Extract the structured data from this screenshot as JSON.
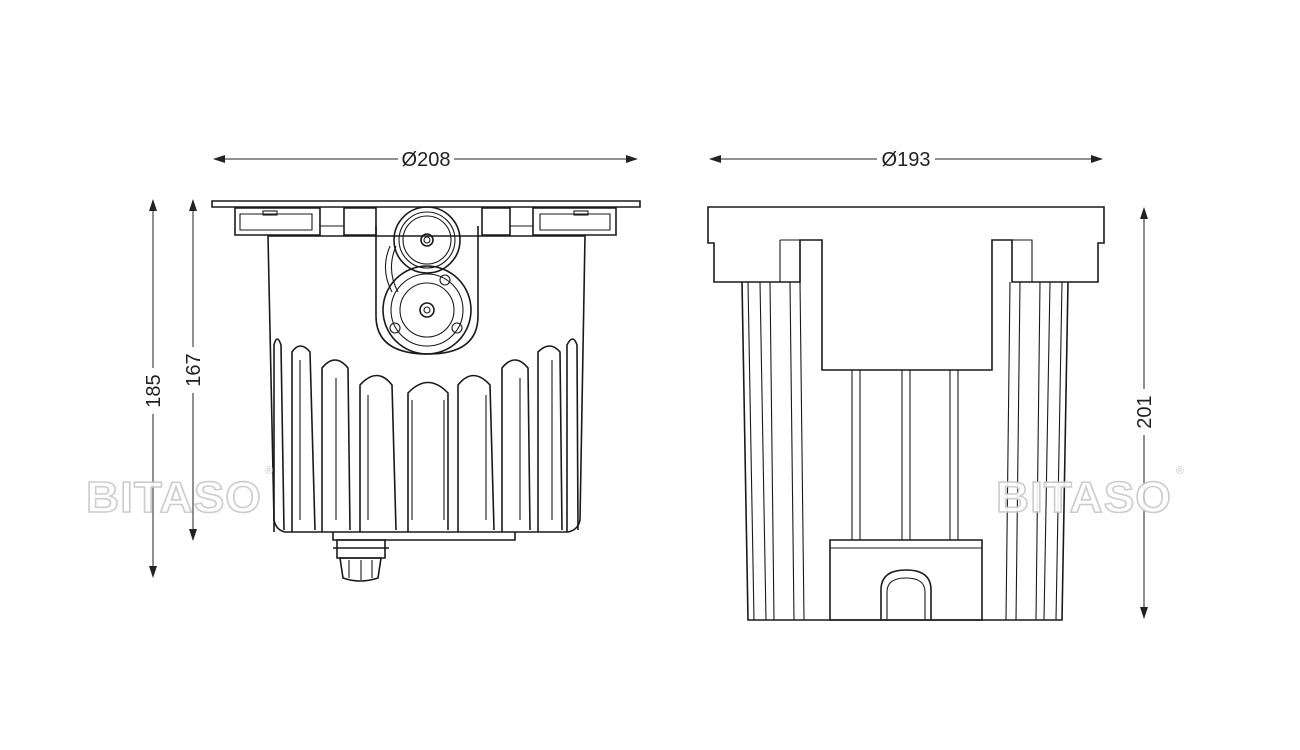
{
  "dimensions": {
    "left_width": "Ø208",
    "left_height_total": "185",
    "left_height_body": "167",
    "right_width": "Ø193",
    "right_height": "201"
  },
  "watermark": {
    "text": "BITASO",
    "mark": "®"
  },
  "colors": {
    "line": "#1a1a1a",
    "watermark_outline": "#c8c8c8"
  }
}
